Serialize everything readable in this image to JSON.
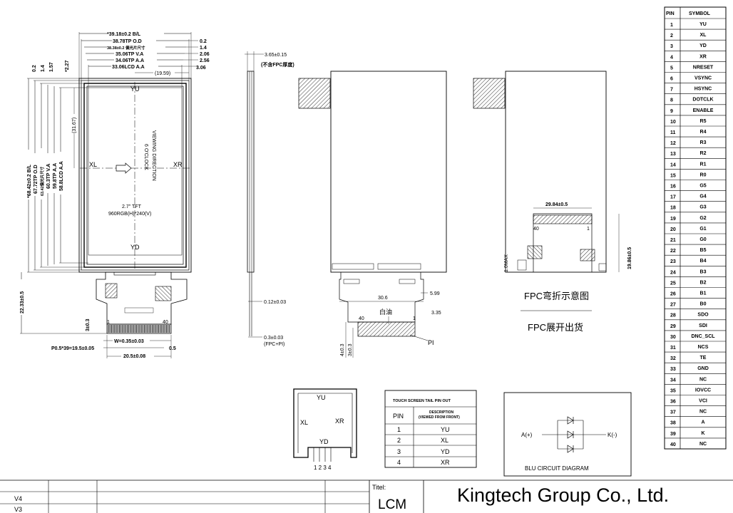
{
  "front_view": {
    "width_dims": [
      "*39.18±0.2 B/L",
      "38.78TP O.D",
      "38.38±0.2 偏光片尺寸",
      "35.06TP V.A",
      "34.06TP A.A",
      "33.06LCD A.A"
    ],
    "right_dims": [
      "0.2",
      "1.4",
      "2.06",
      "2.56",
      "3.06"
    ],
    "left_top_dims": [
      "0.2",
      "1.4",
      "1.57",
      "*2.27"
    ],
    "height_dims": [
      "*68.42±0.2 B/L",
      "67.72TP O.D",
      "63.42偏光片尺寸",
      "60.3TP V.A",
      "59.8TP A.A",
      "58.8LCD A.A"
    ],
    "inner_dims": [
      "(19.59)",
      "(31.67)"
    ],
    "yu": "YU",
    "yd": "YD",
    "xl": "XL",
    "xr": "XR",
    "viewing_direction": "VIEWING DIRECTION",
    "oclock": "6 O'CLOCK",
    "product_line1": "2.7\" TFT",
    "product_line2": "960RGB(H)*240(V)",
    "fpc_height": "22.33±0.5",
    "fpc_small": "3±0.3",
    "fpc_pin1": "1",
    "fpc_pin40": "40",
    "fpc_w": "W=0.35±0.03",
    "fpc_pitch": "P0.5*39=19.5±0.05",
    "fpc_len": "20.5±0.08",
    "fpc_end": "0.5"
  },
  "side_view": {
    "thickness": "3.65±0.15",
    "note": "(不含FPC厚度)",
    "fpc_thk": "0.12±0.03",
    "pi_thk": "0.3±0.03",
    "pi_note": "(FPC+PI)"
  },
  "back_view": {
    "w1": "30.6",
    "w2": "5.99",
    "w3": "3.35",
    "pin40": "40",
    "pin1": "1",
    "white_oil": "白油",
    "pi": "PI",
    "h1": "4±0.3",
    "h2": "3±0.3"
  },
  "bend_view": {
    "width": "29.84±0.5",
    "height": "19.86±0.5",
    "max": "1.0MAX",
    "pin40": "40",
    "pin1": "1"
  },
  "captions": {
    "bend": "FPC弯折示意图",
    "unfold": "FPC展开出货"
  },
  "touch_panel": {
    "yu": "YU",
    "xl": "XL",
    "xr": "XR",
    "yd": "YD",
    "pins": "1 2 3 4"
  },
  "touch_pinout": {
    "title": "TOUCH SCREEN TAIL PIN OUT",
    "col_pin": "PIN",
    "col_desc1": "DESCRIPTION",
    "col_desc2": "(VIEWED FROM FRONT)",
    "rows": [
      [
        "1",
        "YU"
      ],
      [
        "2",
        "XL"
      ],
      [
        "3",
        "YD"
      ],
      [
        "4",
        "XR"
      ]
    ]
  },
  "blu": {
    "anode": "A(+)",
    "cathode": "K(-)",
    "title": "BLU CIRCUIT DIAGRAM"
  },
  "pin_table": {
    "header_pin": "PIN",
    "header_symbol": "SYMBOL",
    "rows": [
      [
        "1",
        "YU"
      ],
      [
        "2",
        "XL"
      ],
      [
        "3",
        "YD"
      ],
      [
        "4",
        "XR"
      ],
      [
        "5",
        "NRESET"
      ],
      [
        "6",
        "VSYNC"
      ],
      [
        "7",
        "HSYNC"
      ],
      [
        "8",
        "DOTCLK"
      ],
      [
        "9",
        "ENABLE"
      ],
      [
        "10",
        "R5"
      ],
      [
        "11",
        "R4"
      ],
      [
        "12",
        "R3"
      ],
      [
        "13",
        "R2"
      ],
      [
        "14",
        "R1"
      ],
      [
        "15",
        "R0"
      ],
      [
        "16",
        "G5"
      ],
      [
        "17",
        "G4"
      ],
      [
        "18",
        "G3"
      ],
      [
        "19",
        "G2"
      ],
      [
        "20",
        "G1"
      ],
      [
        "21",
        "G0"
      ],
      [
        "22",
        "B5"
      ],
      [
        "23",
        "B4"
      ],
      [
        "24",
        "B3"
      ],
      [
        "25",
        "B2"
      ],
      [
        "26",
        "B1"
      ],
      [
        "27",
        "B0"
      ],
      [
        "28",
        "SDO"
      ],
      [
        "29",
        "SDI"
      ],
      [
        "30",
        "DNC_SCL"
      ],
      [
        "31",
        "NCS"
      ],
      [
        "32",
        "TE"
      ],
      [
        "33",
        "GND"
      ],
      [
        "34",
        "NC"
      ],
      [
        "35",
        "IOVCC"
      ],
      [
        "36",
        "VCI"
      ],
      [
        "37",
        "NC"
      ],
      [
        "38",
        "A"
      ],
      [
        "39",
        "K"
      ],
      [
        "40",
        "NC"
      ]
    ]
  },
  "title_block": {
    "revisions": [
      "V4",
      "V3"
    ],
    "titel_label": "Titel:",
    "title_value": "LCM",
    "company": "Kingtech Group Co., Ltd."
  }
}
